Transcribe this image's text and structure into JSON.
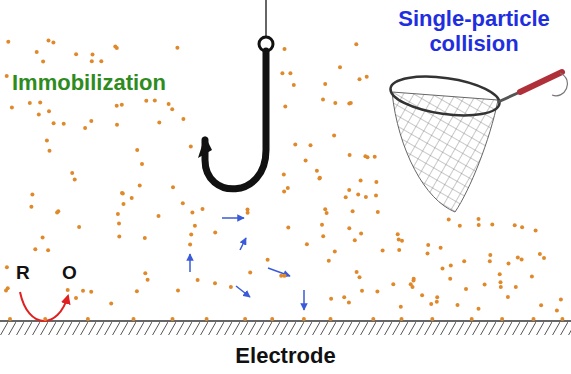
{
  "diagram": {
    "labels": [
      "Immobilization",
      "Single-particle collision",
      "R",
      "O",
      "Electrode"
    ]
  }
}
